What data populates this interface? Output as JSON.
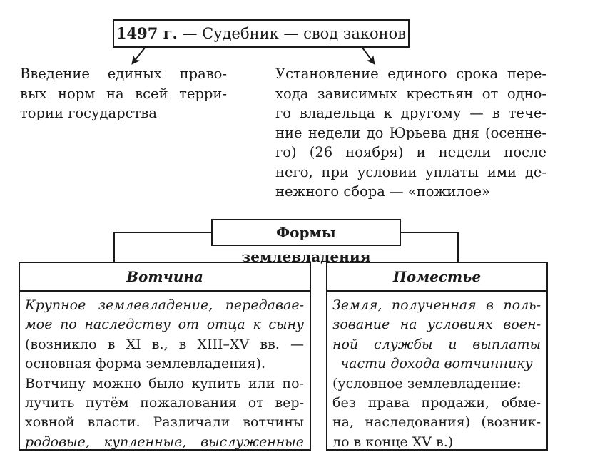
{
  "top": {
    "year": "1497 г.",
    "rest": " — Судебник — свод законов"
  },
  "left_branch": {
    "lines": [
      "Введение единых право-",
      "вых норм на всей терри-",
      "тории государства"
    ]
  },
  "right_branch": {
    "lines": [
      "Установление единого срока пере-",
      "хода зависимых крестьян от одно-",
      "го владельца к другому — в тече-",
      "ние недели до Юрьева дня (осенне-",
      "го) (26 ноября) и недели после",
      "него, при условии уплаты ими де-",
      "нежного сбора — «пожилое»"
    ]
  },
  "forms": {
    "title": "Формы землевладения"
  },
  "votchina": {
    "title": "Вотчина",
    "lines": [
      {
        "italic": "Крупное землевладение, передавае-",
        "normal": ""
      },
      {
        "italic": "мое по наследству от отца к сыну",
        "normal": ""
      },
      {
        "italic": "",
        "normal": "(возникло в XI в., в XIII–XV вв. —"
      },
      {
        "italic": "",
        "normal": "основная форма землевладения)."
      },
      {
        "italic": "",
        "normal": "Вотчину можно было купить или по-"
      },
      {
        "italic": "",
        "normal": "лучить путём пожалования от вер-"
      },
      {
        "italic": "",
        "normal": "ховной власти. Различали вотчины"
      },
      {
        "italic": "родовые, купленные, выслуженные",
        "normal": ""
      }
    ]
  },
  "pomestye": {
    "title": "Поместье",
    "lines": [
      {
        "italic": "Земля, полученная в поль-",
        "normal": ""
      },
      {
        "italic": "зование на условиях воен-",
        "normal": ""
      },
      {
        "italic": "ной службы и выплаты",
        "normal": ""
      },
      {
        "italic": "части дохода вотчиннику",
        "normal": ""
      },
      {
        "italic": "",
        "normal": "(условное землевладение:"
      },
      {
        "italic": "",
        "normal": "без права продажи, обме-"
      },
      {
        "italic": "",
        "normal": "на, наследования) (возник-"
      },
      {
        "italic": "",
        "normal": "ло в конце XV в.)"
      }
    ]
  }
}
